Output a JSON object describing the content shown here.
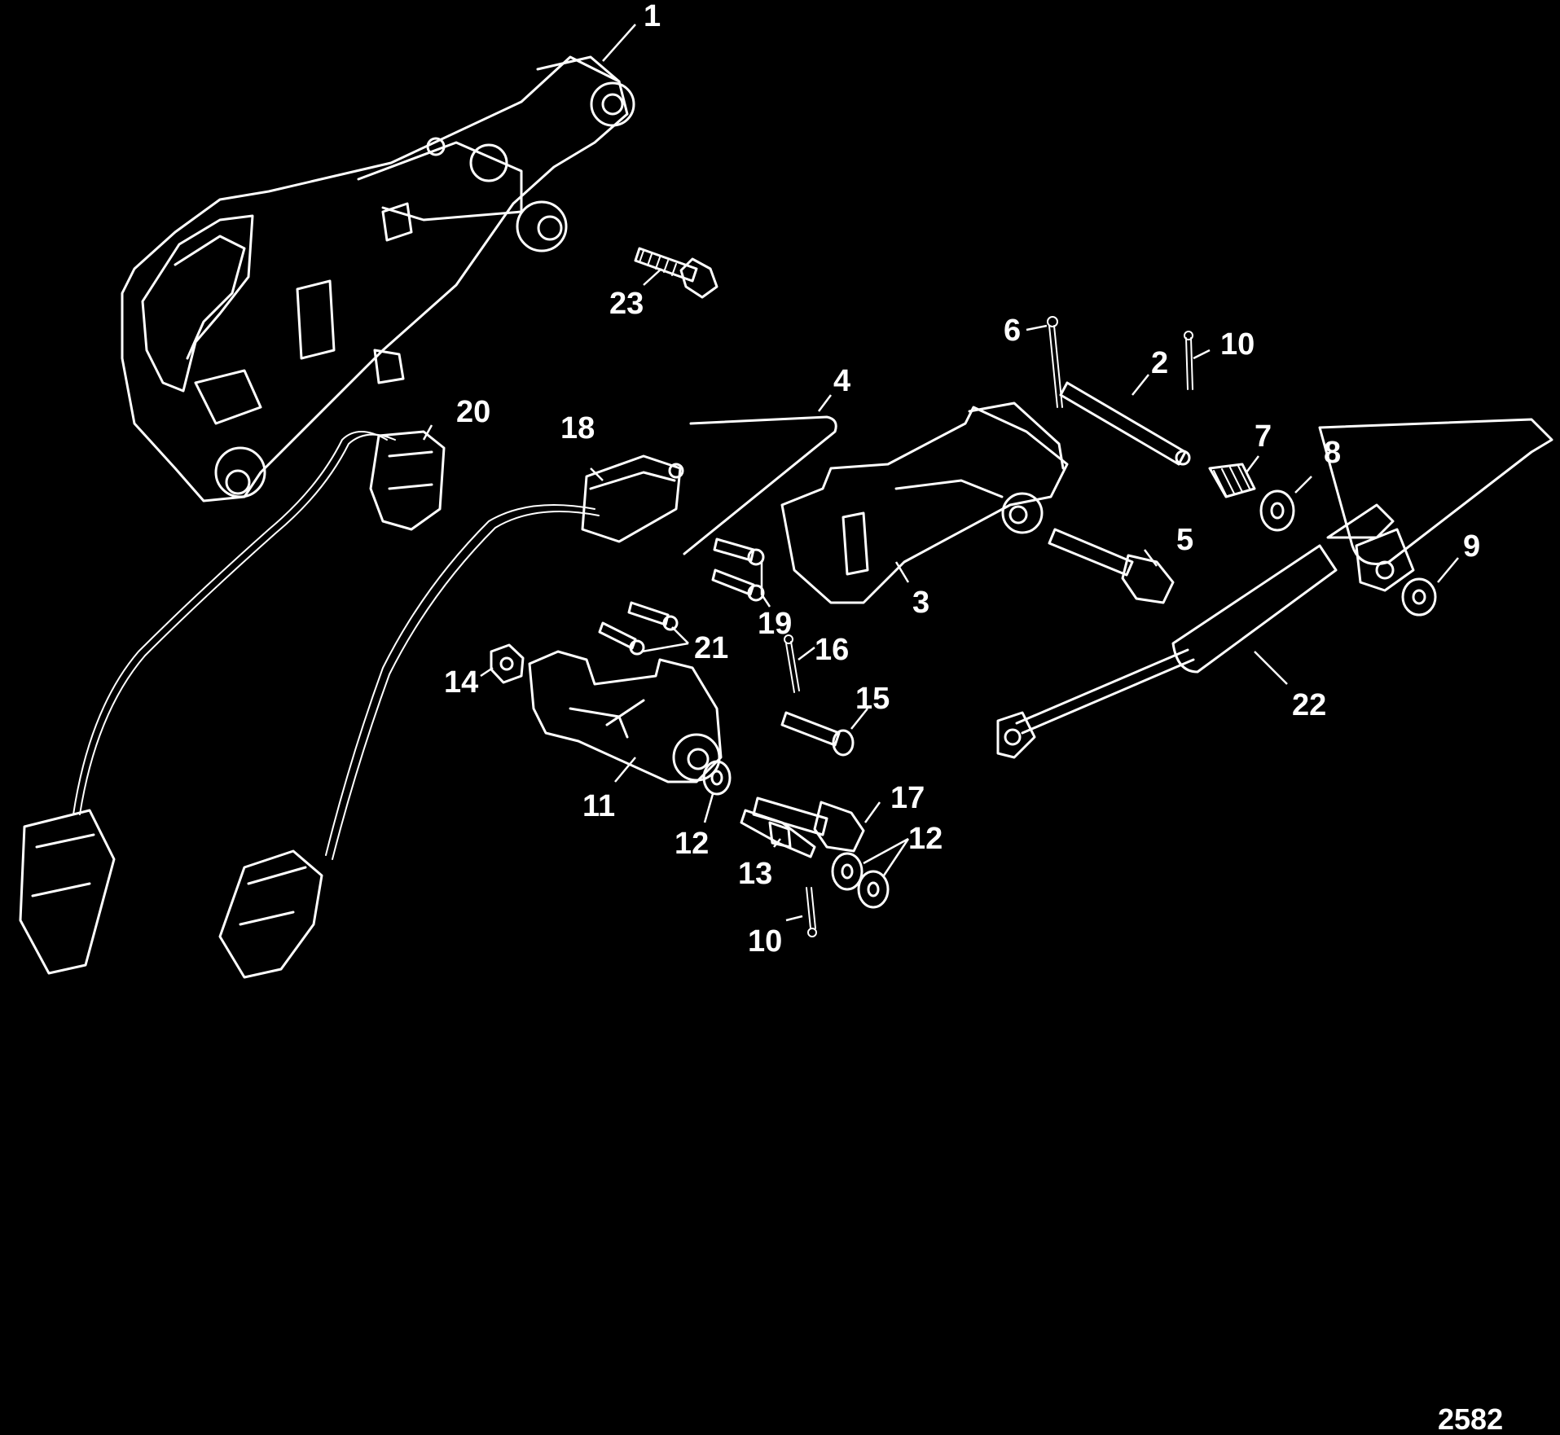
{
  "background": "#000000",
  "foreground": "#ffffff",
  "figure_number": "2582",
  "callouts": {
    "c1": "1",
    "c2": "2",
    "c3": "3",
    "c4": "4",
    "c5": "5",
    "c6": "6",
    "c7": "7",
    "c8": "8",
    "c9": "9",
    "c10a": "10",
    "c10b": "10",
    "c11": "11",
    "c12a": "12",
    "c12b": "12",
    "c13": "13",
    "c14": "14",
    "c15": "15",
    "c16": "16",
    "c17": "17",
    "c18": "18",
    "c19": "19",
    "c20": "20",
    "c21": "21",
    "c22": "22",
    "c23": "23"
  }
}
